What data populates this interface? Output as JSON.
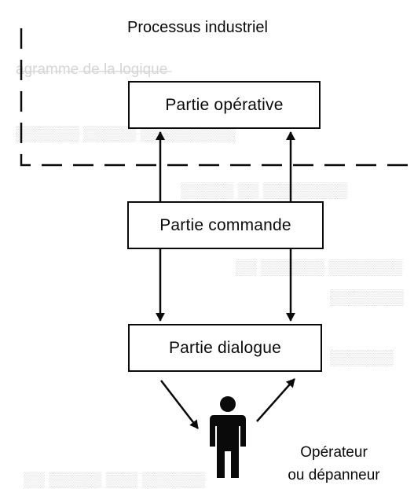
{
  "title": "Processus industriel",
  "blocks": {
    "operative": "Partie opérative",
    "commande": "Partie commande",
    "dialogue": "Partie dialogue"
  },
  "operator": {
    "line1": "Opérateur",
    "line2": "ou dépanneur"
  },
  "colors": {
    "ink": "#0a0a0a",
    "paper": "#ffffff",
    "bleed_through": "#d6d6d6"
  },
  "icons": {
    "operator": "person-icon"
  }
}
